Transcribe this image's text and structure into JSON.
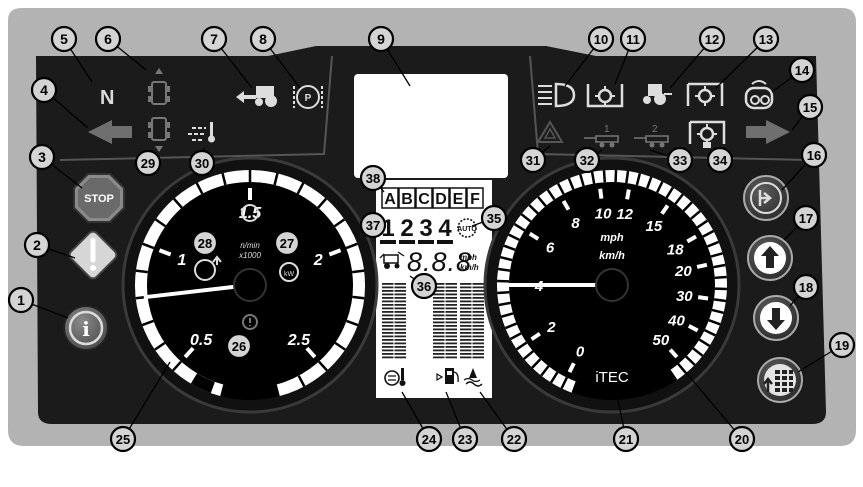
{
  "callouts": [
    "1",
    "2",
    "3",
    "4",
    "5",
    "6",
    "7",
    "8",
    "9",
    "10",
    "11",
    "12",
    "13",
    "14",
    "15",
    "16",
    "17",
    "18",
    "19",
    "20",
    "21",
    "22",
    "23",
    "24",
    "25",
    "26",
    "27",
    "28",
    "29",
    "30",
    "31",
    "32",
    "33",
    "34",
    "35",
    "36",
    "37",
    "38"
  ],
  "neutral_label": "N",
  "stop_label": "STOP",
  "info_label": "i",
  "tacho": {
    "scale": [
      "0.5",
      "1",
      "1.5",
      "2",
      "2.5"
    ],
    "unit_line1": "n/min",
    "unit_line2": "x1000",
    "kw_label": "kW",
    "needle_value": 0.8
  },
  "speedo": {
    "scale": [
      "0",
      "2",
      "4",
      "6",
      "8",
      "10",
      "12",
      "15",
      "18",
      "20",
      "30",
      "40",
      "50"
    ],
    "unit_mph": "mph",
    "unit_kmh": "km/h",
    "brand": "iTEC",
    "needle_value": "4"
  },
  "lcd": {
    "letters": [
      "A",
      "B",
      "C",
      "D",
      "E",
      "F"
    ],
    "gears": [
      "1",
      "2",
      "3",
      "4"
    ],
    "auto_label": "AUTO",
    "digits": "8.8.8",
    "unit_mph": "mph",
    "unit_kmh": "km/h"
  },
  "trailer_labels": [
    "1",
    "2"
  ],
  "colors": {
    "panel": "#1b1b1b",
    "outer": "#b3b3b3",
    "callout_fill": "#d4d4d4",
    "needle": "#ffffff"
  }
}
